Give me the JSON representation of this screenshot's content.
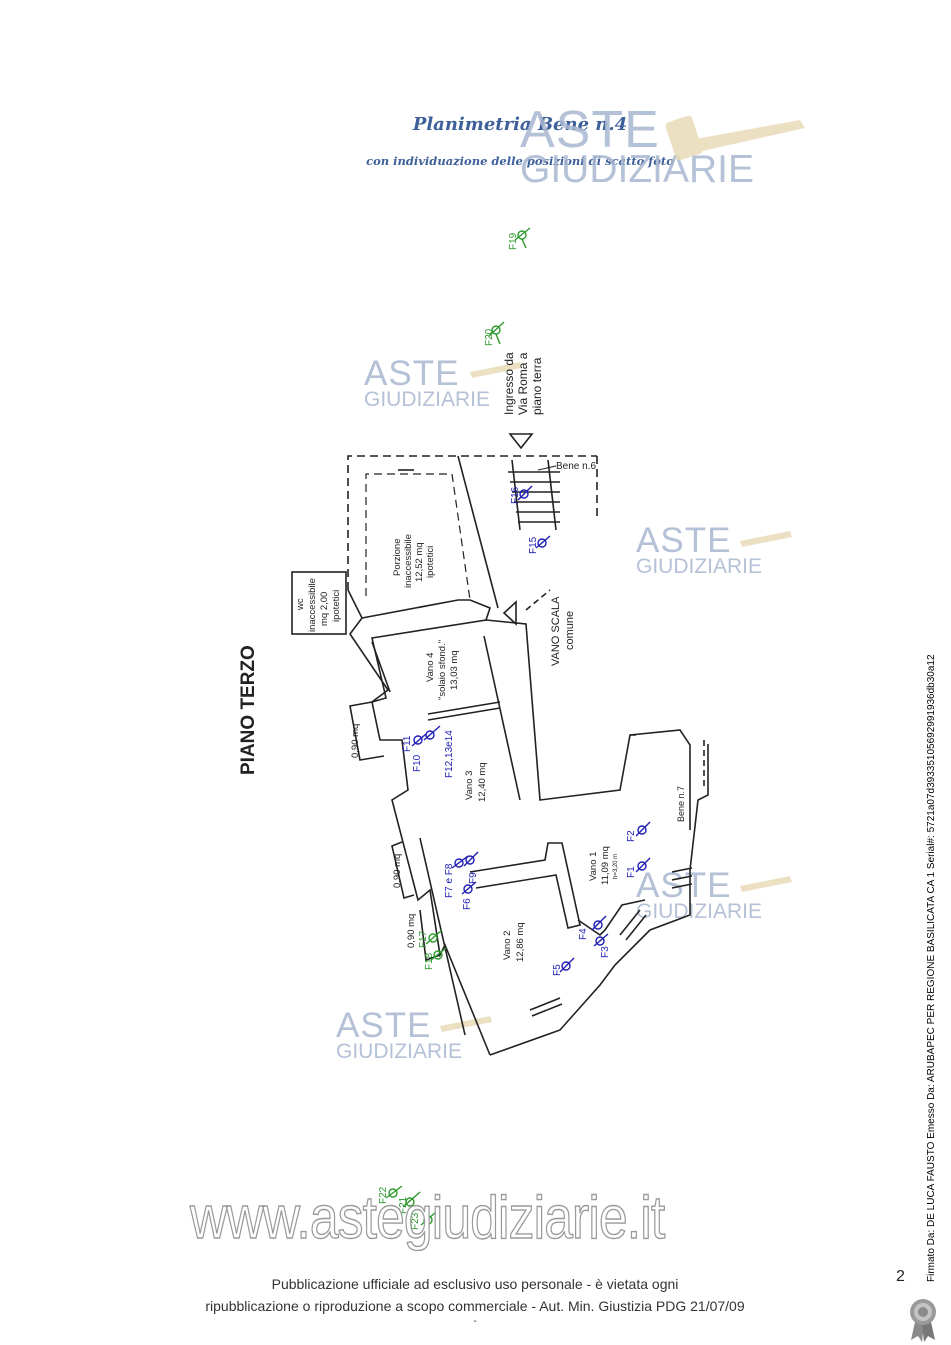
{
  "header": {
    "title": "Planimetria Bene n.4",
    "subtitle": "con individuazione delle posizioni di scatto foto"
  },
  "watermark": {
    "aste": "ASTE",
    "giudiziarie": "GIUDIZIARIE",
    "site": "www.astegiudiziarie.it"
  },
  "plan": {
    "floor": "PIANO TERZO",
    "entry": [
      "Ingresso da",
      "Via Roma a",
      "piano terra"
    ],
    "bene6": "Bene n.6",
    "bene7": "Bene n.7",
    "vano_scala": [
      "VANO SCALA",
      "comune"
    ],
    "wc": [
      "wc",
      "inaccessibile",
      "mq 2,00",
      "ipotetici"
    ],
    "porzione": [
      "Porzione",
      "inaccessibile",
      "12,52 mq",
      "ipotetici"
    ],
    "vano4": [
      "Vano 4",
      "\"solaio sfond.\"",
      "13,03 mq"
    ],
    "vano3": [
      "Vano 3",
      "12,40 mq"
    ],
    "vano2": [
      "Vano 2",
      "12,86 mq"
    ],
    "vano1": [
      "Vano 1",
      "11,09 mq",
      "h=3,20 m"
    ],
    "balconies": [
      "0,90 mq",
      "0,90 mq",
      "0,90 mq"
    ],
    "photos_green": [
      "F19",
      "F20",
      "F17",
      "F18",
      "F22",
      "F21",
      "F23"
    ],
    "photos_blue": [
      "F16",
      "F15",
      "F11",
      "F10",
      "F12,13e14",
      "F7 e F8",
      "F9",
      "F6",
      "F2",
      "F1",
      "F4",
      "F3",
      "F5"
    ]
  },
  "footer": {
    "line1": "Pubblicazione ufficiale ad esclusivo uso personale - è vietata ogni",
    "line2": "ripubblicazione o riproduzione a scopo commerciale - Aut. Min. Giustizia PDG 21/07/09",
    "dash": "-",
    "page_number": "2"
  },
  "signature": "Firmato Da: DE LUCA FAUSTO Emesso Da: ARUBAPEC PER REGIONE BASILICATA CA 1 Serial#: 5721a07d39335105692991936db30a12",
  "colors": {
    "title": "#3d5f9a",
    "watermark": "#a8b7cf",
    "photo_green": "#2e9a2e",
    "photo_blue": "#1f1fb4"
  }
}
